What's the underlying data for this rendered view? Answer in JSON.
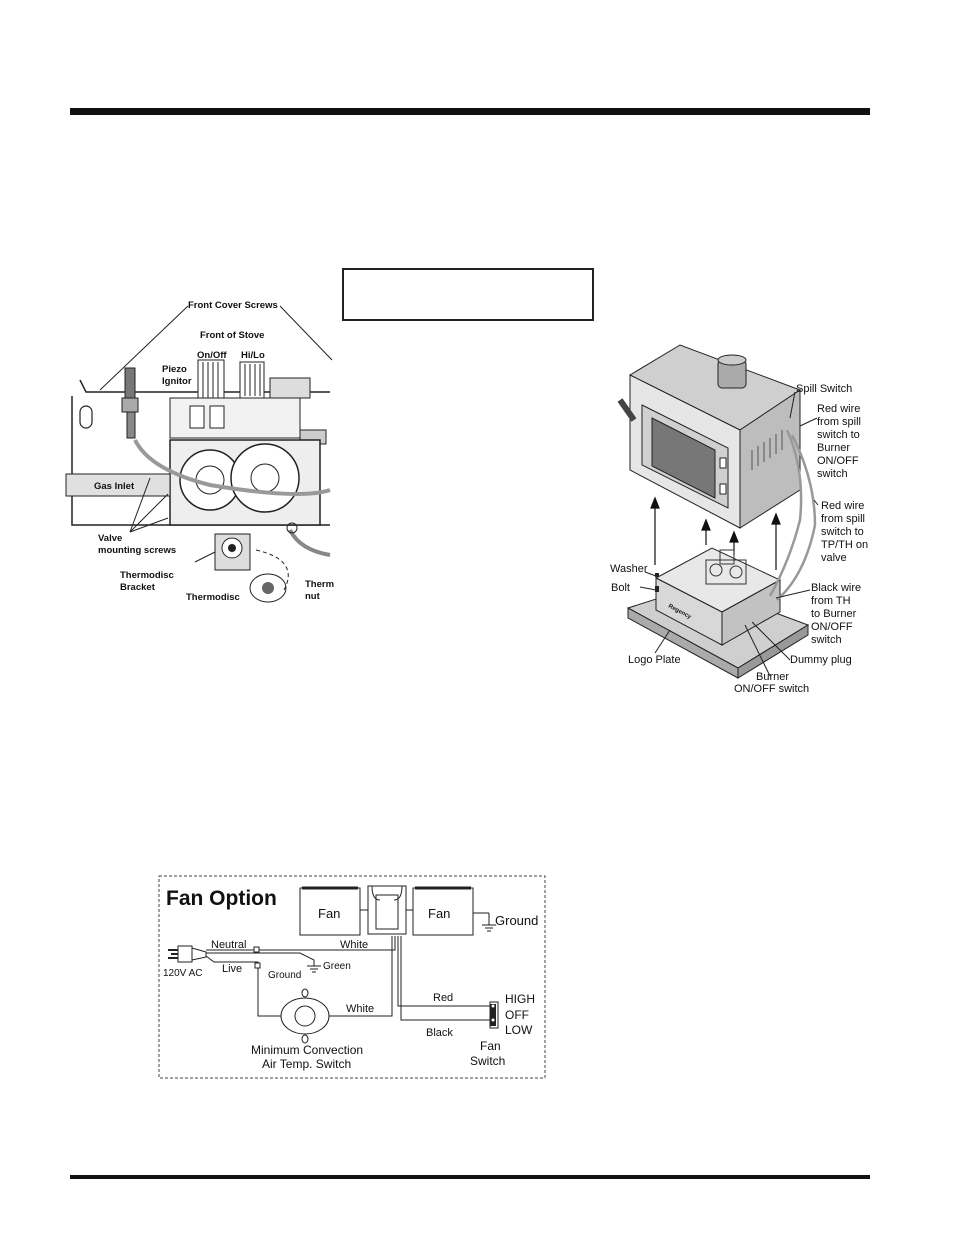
{
  "valve_diagram": {
    "front_cover_screws": "Front Cover Screws",
    "front_of_stove": "Front of Stove",
    "on_off": "On/Off",
    "hi_lo": "Hi/Lo",
    "piezo_ignitor_1": "Piezo",
    "piezo_ignitor_2": "Ignitor",
    "gas_inlet": "Gas Inlet",
    "valve_mounting_screws_1": "Valve",
    "valve_mounting_screws_2": "mounting screws",
    "thermodisc_bracket_1": "Thermodisc",
    "thermodisc_bracket_2": "Bracket",
    "thermodisc": "Thermodisc",
    "therm_nut_1": "Therm",
    "therm_nut_2": "nut"
  },
  "stove_diagram": {
    "spill_switch": "Spill Switch",
    "red_wire_burner": [
      "Red wire",
      "from spill",
      "switch to",
      "Burner",
      "ON/OFF",
      "switch"
    ],
    "red_wire_tpth": [
      "Red wire",
      "from spill",
      "switch to",
      "TP/TH  on",
      "valve"
    ],
    "black_wire": [
      "Black wire",
      "from TH",
      "to Burner",
      "ON/OFF",
      "switch"
    ],
    "dummy_plug": "Dummy plug",
    "burner_switch": [
      "Burner",
      "ON/OFF switch"
    ],
    "logo_plate": "Logo Plate",
    "washer": "Washer",
    "bolt": "Bolt",
    "brand": "Regency"
  },
  "fan_diagram": {
    "title": "Fan Option",
    "fan_left": "Fan",
    "fan_right": "Fan",
    "ground_right": "Ground",
    "neutral": "Neutral",
    "white_top": "White",
    "green": "Green",
    "ground_left": "Ground",
    "voltage": "120V  AC",
    "live": "Live",
    "red": "Red",
    "white_mid": "White",
    "black": "Black",
    "high": "HIGH",
    "off": "OFF",
    "low": "LOW",
    "fan_switch": [
      "Fan",
      "Switch"
    ],
    "temp_switch": [
      "Minimum Convection",
      "Air Temp. Switch"
    ]
  }
}
